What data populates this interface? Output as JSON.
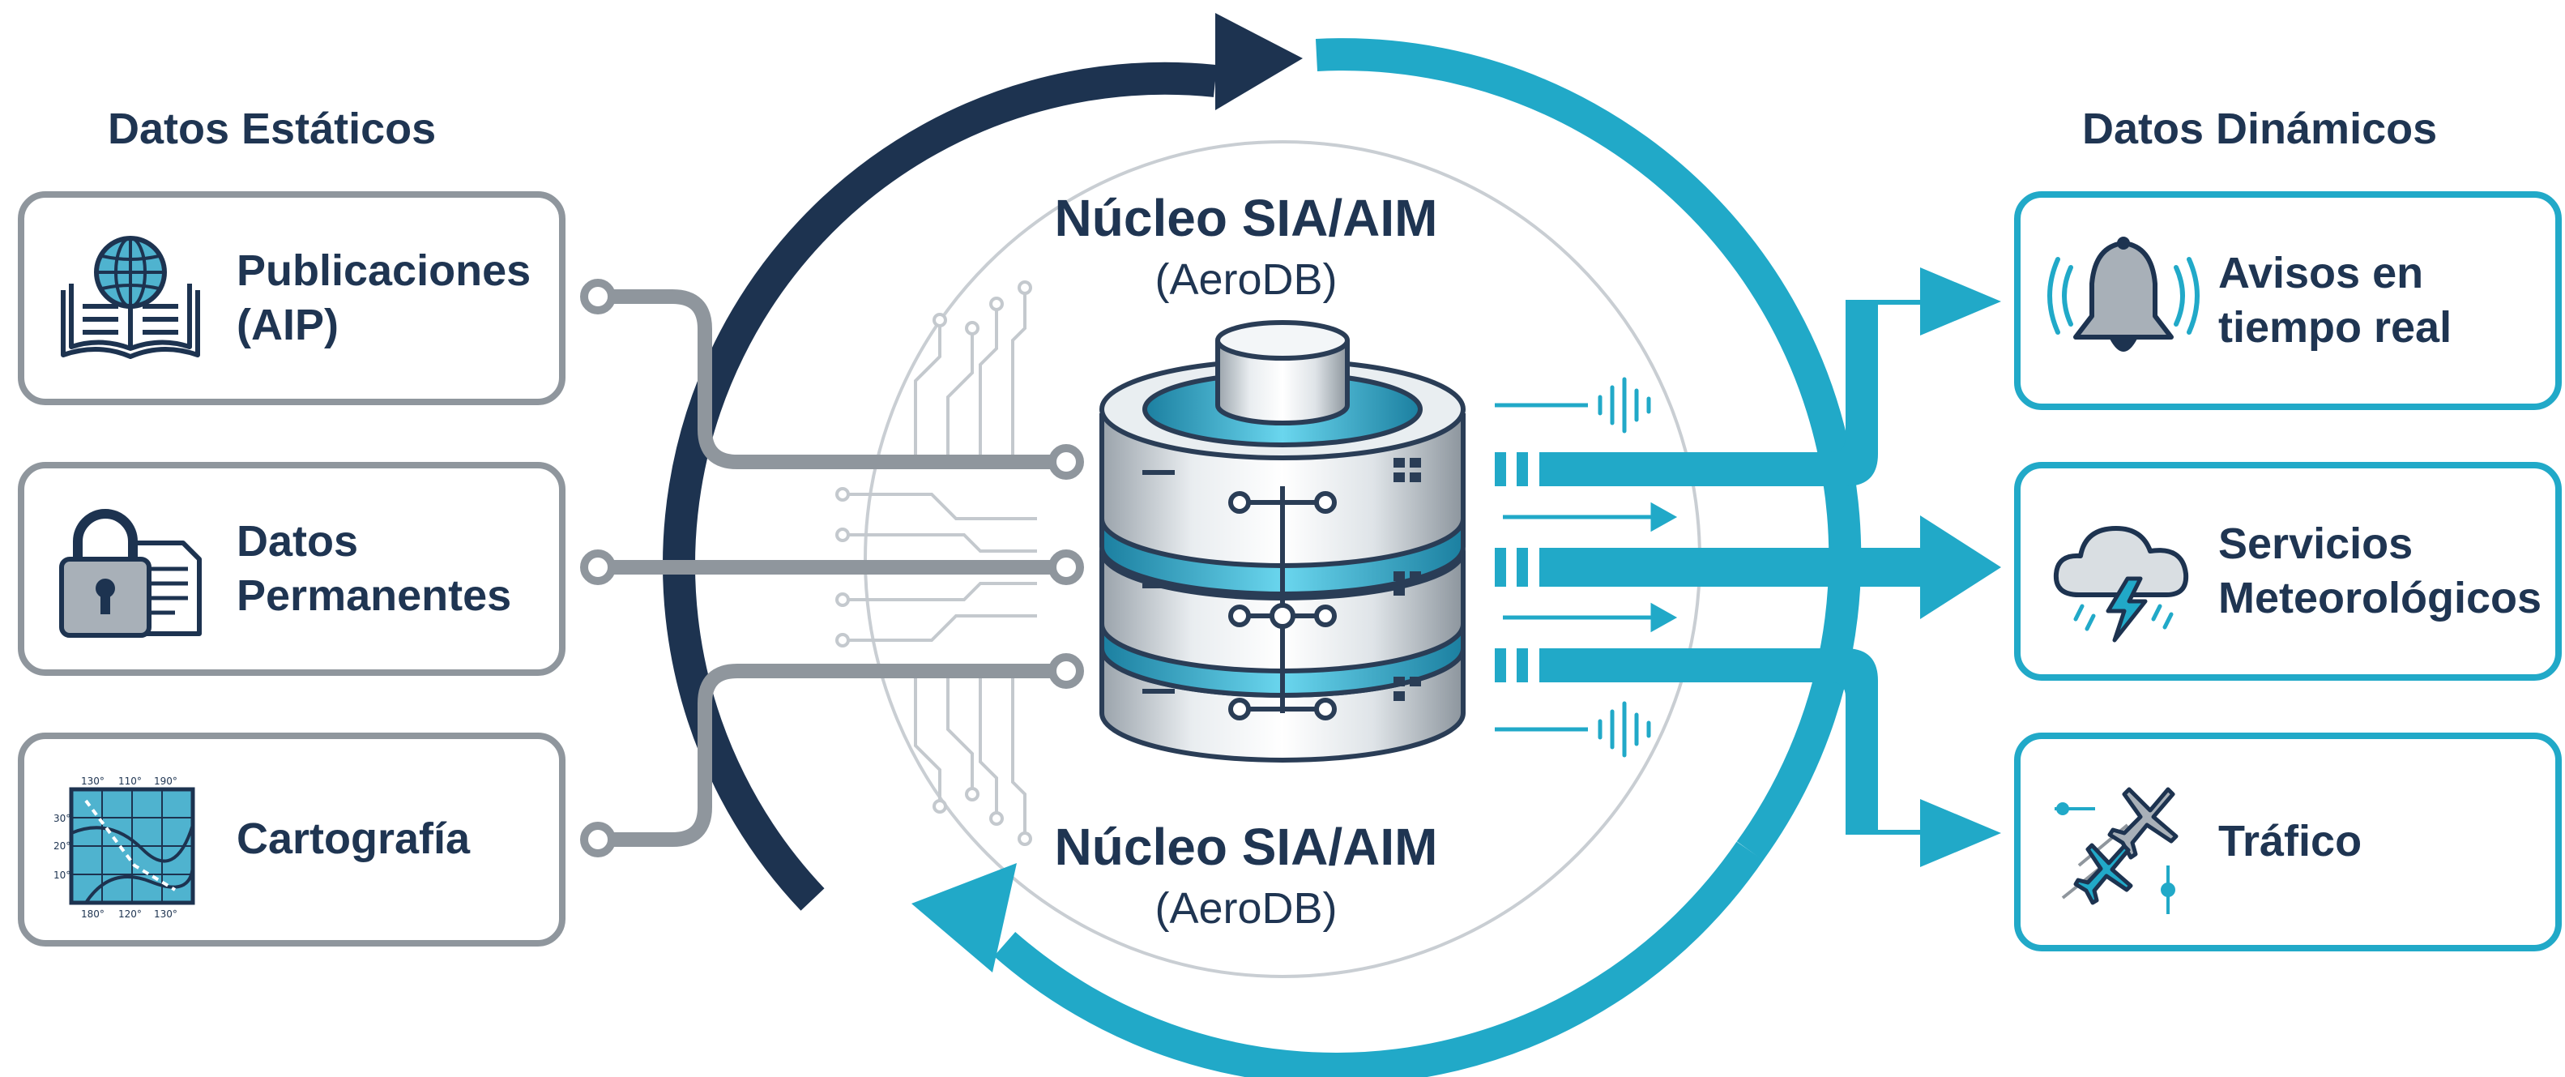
{
  "left_section": {
    "title": "Datos Estáticos"
  },
  "right_section": {
    "title": "Datos Dinámicos"
  },
  "static_items": [
    {
      "line1": "Publicaciones",
      "line2": "(AIP)",
      "icon": "book-globe-icon"
    },
    {
      "line1": "Datos",
      "line2": "Permanentes",
      "icon": "lock-document-icon"
    },
    {
      "line1": "Cartografía",
      "line2": "",
      "icon": "map-chart-icon"
    }
  ],
  "dynamic_items": [
    {
      "line1": "Avisos en",
      "line2": "tiempo real",
      "icon": "bell-icon"
    },
    {
      "line1": "Servicios",
      "line2": "Meteorológicos",
      "icon": "storm-cloud-icon"
    },
    {
      "line1": "Tráfico",
      "line2": "",
      "icon": "airplanes-icon"
    }
  ],
  "core": {
    "top_title": "Núcleo SIA/AIM",
    "top_subtitle": "(AeroDB)",
    "bottom_title": "Núcleo SIA/AIM",
    "bottom_subtitle": "(AeroDB)"
  },
  "map_labels": {
    "top": [
      "130°",
      "110°",
      "190°"
    ],
    "bottom": [
      "180°",
      "120°",
      "130°"
    ],
    "side": [
      "30°",
      "20°",
      "10°"
    ]
  },
  "colors": {
    "navy": "#1d3350",
    "cyan": "#21a9c8",
    "gray": "#8f969d",
    "light_cyan": "#6ccfe6"
  }
}
